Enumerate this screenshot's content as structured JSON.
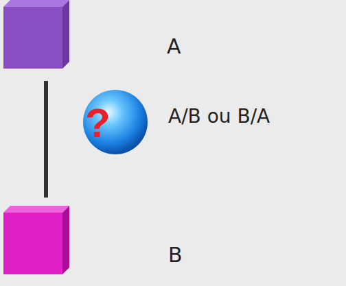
{
  "diagram": {
    "nodes": [
      {
        "text": [
          "A"
        ]
      },
      {
        "text": [
          "B"
        ]
      }
    ],
    "edges": [
      {
        "from": 0,
        "to": 1,
        "arrow": "none"
      }
    ],
    "labels": [
      "A/B ou B/A",
      "?"
    ]
  }
}
